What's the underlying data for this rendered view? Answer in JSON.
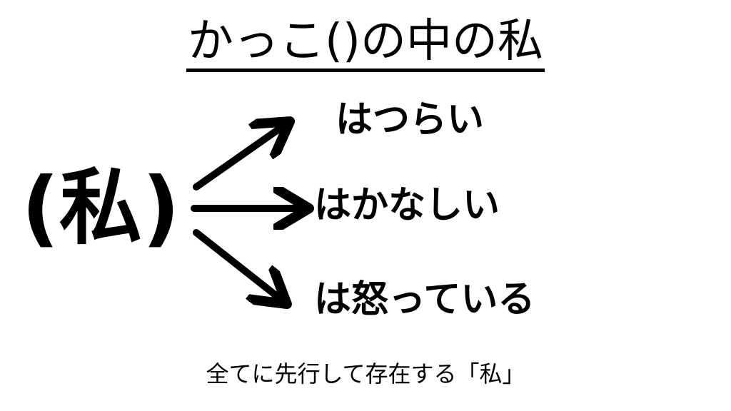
{
  "title": "かっこ()の中の私",
  "subject": "(私)",
  "branches": [
    {
      "label": "はつらい"
    },
    {
      "label": "はかなしい"
    },
    {
      "label": "は怒っている"
    }
  ],
  "caption": "全てに先行して存在する「私」",
  "colors": {
    "text": "#000000",
    "background": "#ffffff"
  }
}
